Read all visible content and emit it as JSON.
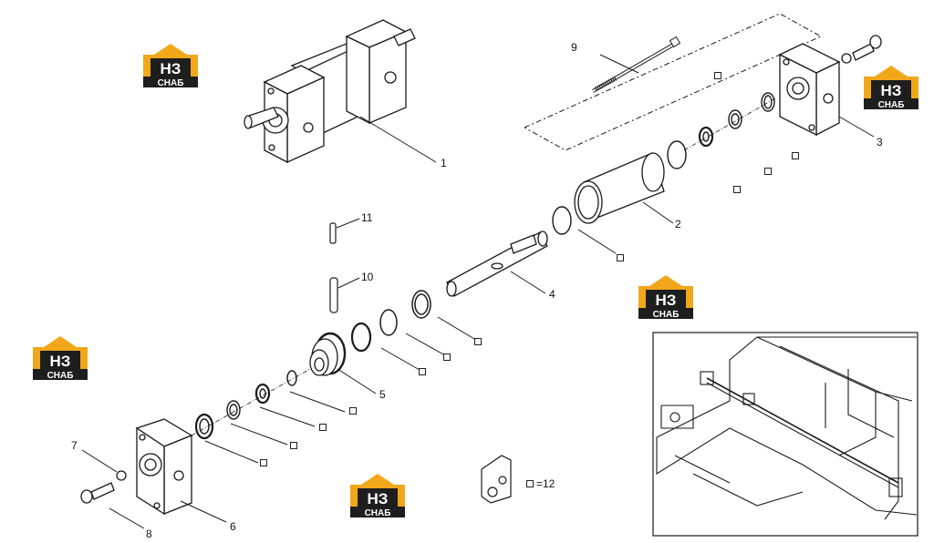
{
  "diagram": {
    "part_labels": {
      "p1": "1",
      "p2": "2",
      "p3": "3",
      "p4": "4",
      "p5": "5",
      "p6": "6",
      "p7": "7",
      "p8": "8",
      "p9": "9",
      "p10": "10",
      "p11": "11"
    },
    "kit_legend": "=12",
    "colors": {
      "line": "#1a1a1a",
      "logo_orange": "#f2a71b",
      "logo_dark": "#1e1e1e"
    }
  },
  "watermark": {
    "top_letters": "НЗ",
    "bottom_letters": "СНАБ"
  }
}
